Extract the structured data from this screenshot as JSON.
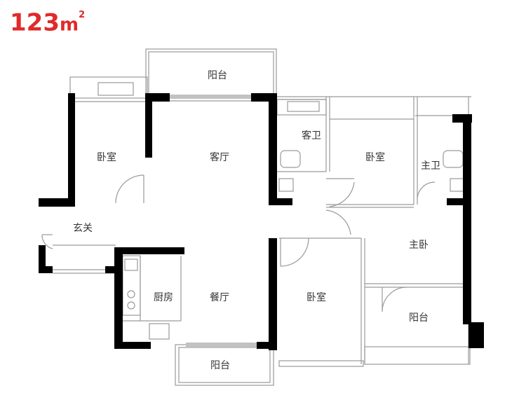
{
  "header": {
    "area_value": "123",
    "area_unit": "m",
    "area_sup": "2",
    "color": "#e02a2a"
  },
  "rooms": {
    "balcony_top": "阳台",
    "bedroom_left": "卧室",
    "living_room": "客厅",
    "guest_bath": "客卫",
    "bedroom_mid": "卧室",
    "master_bath": "主卫",
    "entrance": "玄关",
    "master_bedroom": "主卧",
    "kitchen": "厨房",
    "dining_room": "餐厅",
    "bedroom_bottom": "卧室",
    "balcony_right": "阳台",
    "balcony_bottom": "阳台"
  },
  "colors": {
    "wall": "#000000",
    "thin_line": "#9a9a9a"
  }
}
